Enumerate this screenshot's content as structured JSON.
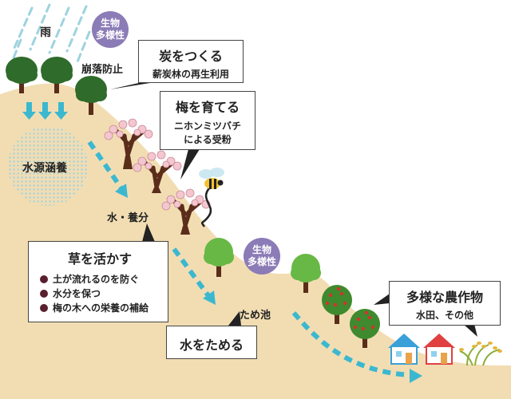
{
  "labels": {
    "rain": "雨",
    "landslide": "崩落防止",
    "water_source": "水源涵養",
    "water_nutrient": "水・養分",
    "pond": "ため池"
  },
  "badges": [
    {
      "line1": "生物",
      "line2": "多様性"
    },
    {
      "line1": "生物",
      "line2": "多様性"
    }
  ],
  "boxes": {
    "charcoal": {
      "title": "炭をつくる",
      "sub": "薪炭林の再生利用"
    },
    "ume": {
      "title": "梅を育てる",
      "sub1": "ニホンミツバチ",
      "sub2": "による受粉"
    },
    "grass": {
      "title": "草を活かす",
      "items": [
        "土が流れるのを防ぐ",
        "水分を保つ",
        "梅の木への栄養の補給"
      ]
    },
    "store_water": {
      "title": "水をためる"
    },
    "crops": {
      "title": "多様な農作物",
      "sub": "水田、その他"
    }
  },
  "colors": {
    "hill": "#f2ddb3",
    "water_arrow": "#3bb8cf",
    "tree_green": "#2f6b2a",
    "tree_light": "#68b845",
    "trunk": "#5a2d1a",
    "blossom": "#f4c7d0",
    "badge": "#8b7bb6",
    "bullet": "#5a1f2e",
    "rain": "#9ed3df"
  },
  "icons": [
    "rain-icon",
    "tree-icon",
    "plum-tree-icon",
    "bee-icon",
    "house-icon",
    "rice-icon",
    "fruit-tree-icon"
  ]
}
